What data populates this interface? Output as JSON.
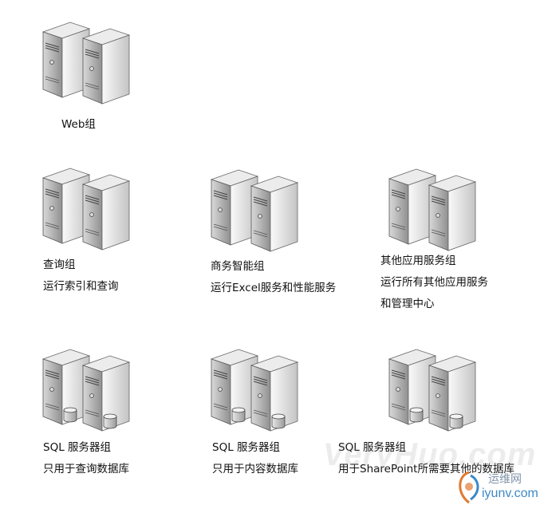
{
  "groups": [
    {
      "id": "web",
      "has_db": false,
      "lines": [
        "Web组"
      ]
    },
    {
      "id": "query",
      "has_db": false,
      "lines": [
        "查询组",
        "运行索引和查询"
      ]
    },
    {
      "id": "bi",
      "has_db": false,
      "lines": [
        "商务智能组",
        "运行Excel服务和性能服务"
      ]
    },
    {
      "id": "other",
      "has_db": false,
      "lines": [
        "其他应用服务组",
        "运行所有其他应用服务",
        "和管理中心"
      ]
    },
    {
      "id": "sql-query",
      "has_db": true,
      "lines": [
        "SQL 服务器组",
        "只用于查询数据库"
      ]
    },
    {
      "id": "sql-content",
      "has_db": true,
      "lines": [
        "SQL 服务器组",
        "只用于内容数据库"
      ]
    },
    {
      "id": "sql-other",
      "has_db": true,
      "lines": [
        "SQL 服务器组",
        "用于SharePoint所需要其他的数据库"
      ]
    }
  ],
  "watermark": {
    "text": "VeryHuo.com",
    "logo_cn": "运维网",
    "logo_en": "iyunv.com"
  }
}
